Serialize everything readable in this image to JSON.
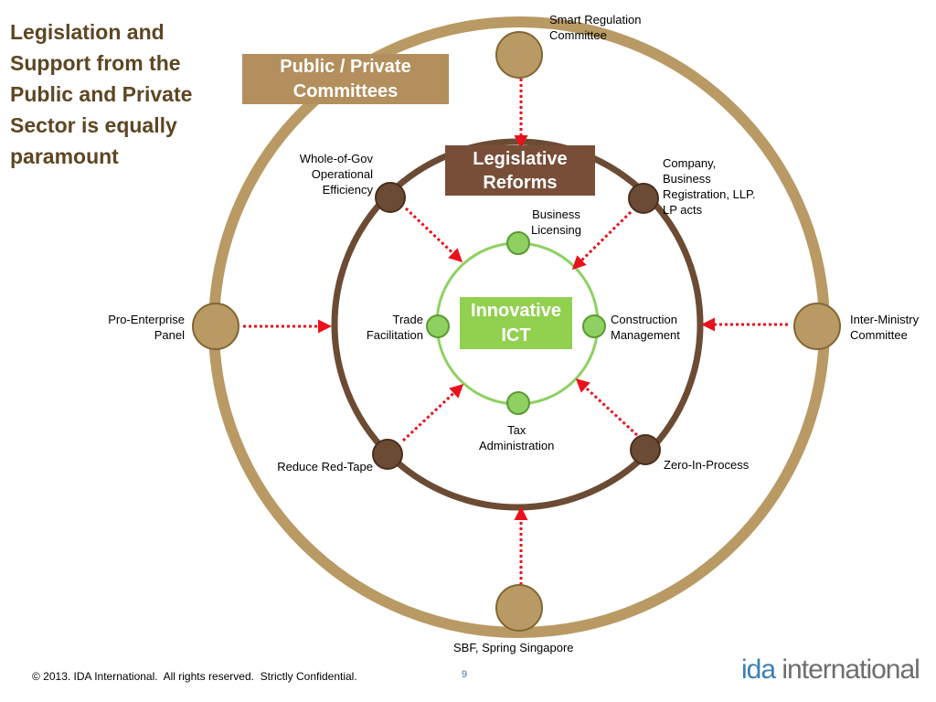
{
  "headline": "Legislation and Support from the Public and Private Sector is equally paramount",
  "boxes": {
    "public_private": "Public / Private\nCommittees",
    "legislative_reforms": "Legislative\nReforms",
    "innovative_ict": "Innovative\nICT"
  },
  "outer_nodes": {
    "top": "Smart Regulation\nCommittee",
    "left": "Pro-Enterprise\nPanel",
    "right": "Inter-Ministry\nCommittee",
    "bottom": "SBF, Spring Singapore"
  },
  "middle_nodes": {
    "top_left": "Whole-of-Gov\nOperational\nEfficiency",
    "top_right": "Company,\nBusiness\nRegistration, LLP.\nLP acts",
    "bottom_left": "Reduce Red-Tape",
    "bottom_right": "Zero-In-Process"
  },
  "inner_nodes": {
    "top": "Business\nLicensing",
    "left": "Trade\nFacilitation",
    "right": "Construction\nManagement",
    "bottom": "Tax\nAdministration"
  },
  "footer": {
    "copyright": "© 2013. IDA International.  All rights reserved.  Strictly Confidential.",
    "page_number": "9"
  },
  "logo": {
    "part1": "ida",
    "part2": " international"
  },
  "colors": {
    "outer_ring": "#b99a64",
    "middle_ring": "#6c4b34",
    "inner_ring": "#8ed162",
    "node_tan": "#b99a64",
    "node_tan_border": "#836635",
    "node_brown": "#6c4b34",
    "node_brown_border": "#4a2f1e",
    "node_green": "#8ed162",
    "node_green_border": "#5a9a30",
    "box_tan": "#b28f5c",
    "box_brown": "#784e38",
    "box_green": "#92d050",
    "arrow": "#e8121c",
    "headline": "#5e4622",
    "logo_blue": "#3b7fb7",
    "logo_green": "#8ec43d",
    "logo_gray": "#6e6e6e"
  }
}
